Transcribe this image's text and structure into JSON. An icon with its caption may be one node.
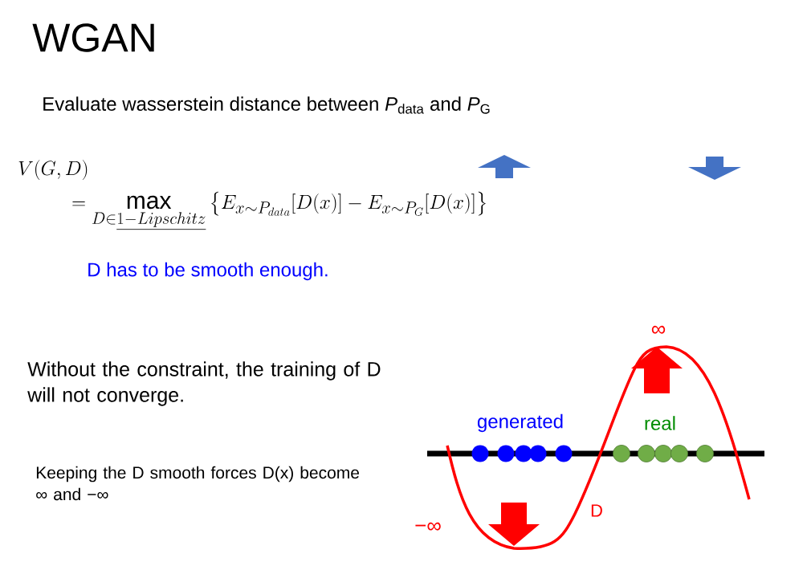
{
  "diagram": {
    "title": "WGAN",
    "labels": [
      "Evaluate wasserstein distance between *P*$_{data}$ and *P*$_{G}$",
      "\\begin{aligned}&V(G,D)\\\\&\\qquad=\\max_{D\\in{\\color{blue}\\underline{\\color{black}1-Lipschitz}}}\\left\\{E_{x\\sim P_{data}}[D(x)]-E_{x\\sim P_G}[D(x)]\\right\\}\\end{aligned}",
      "D has to be smooth enough.",
      "∞",
      "Without the constraint, the training of D will not converge.",
      "generated",
      "real",
      "Keeping the D smooth forces D(x) become ∞ and −∞",
      "−∞",
      "D"
    ]
  }
}
